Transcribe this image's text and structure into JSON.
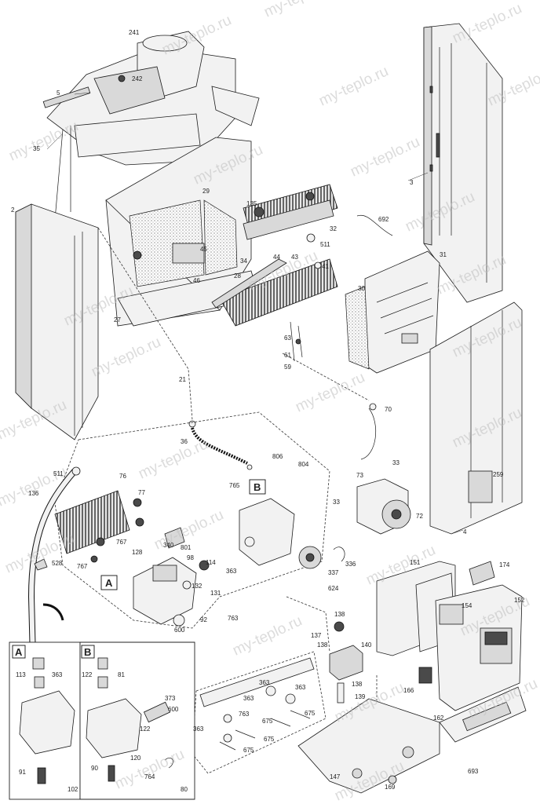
{
  "watermark": "my-teplo.ru",
  "parts": {
    "p241": "241",
    "p242": "242",
    "p5": "5",
    "p35": "35",
    "p3": "3",
    "p29": "29",
    "p135": "135",
    "p32": "32",
    "p692": "692",
    "p2": "2",
    "p45": "45",
    "p44": "44",
    "p43": "43",
    "p34": "34",
    "p511a": "511",
    "p41": "41",
    "p31": "31",
    "p28": "28",
    "p46": "46",
    "p30": "30",
    "p27": "27",
    "p63": "63",
    "p61": "61",
    "p59": "59",
    "p21": "21",
    "p70": "70",
    "p36": "36",
    "p806": "806",
    "p804": "804",
    "p33a": "33",
    "p73": "73",
    "p259": "259",
    "p511b": "511",
    "p76": "76",
    "p77": "77",
    "p765": "765",
    "p136": "136",
    "p33b": "33",
    "p72": "72",
    "p4": "4",
    "p767a": "767",
    "p340": "340",
    "p801": "801",
    "p128": "128",
    "p98": "98",
    "p528": "528",
    "p767b": "767",
    "p114": "114",
    "p363a": "363",
    "p337": "337",
    "p336": "336",
    "p151": "151",
    "p174": "174",
    "p132": "132",
    "p131": "131",
    "p624": "624",
    "p152": "152",
    "p92": "92",
    "p763a": "763",
    "p154": "154",
    "p600a": "600",
    "p138a": "138",
    "p137": "137",
    "p138b": "138",
    "p140": "140",
    "p113": "113",
    "p363b": "363",
    "p122a": "122",
    "p81": "81",
    "p166": "166",
    "p363c": "363",
    "p363d": "363",
    "p138c": "138",
    "p139": "139",
    "p373": "373",
    "p600b": "600",
    "p363e": "363",
    "p675a": "675",
    "p122b": "122",
    "p675b": "675",
    "p162": "162",
    "p363f": "363",
    "p763b": "763",
    "p675c": "675",
    "p120": "120",
    "p675d": "675",
    "p91": "91",
    "p90": "90",
    "p147": "147",
    "p764": "764",
    "p693": "693",
    "p102": "102",
    "p169": "169",
    "p80": "80",
    "markerA": "A",
    "markerB": "B",
    "insetA": "A",
    "insetB": "B"
  }
}
